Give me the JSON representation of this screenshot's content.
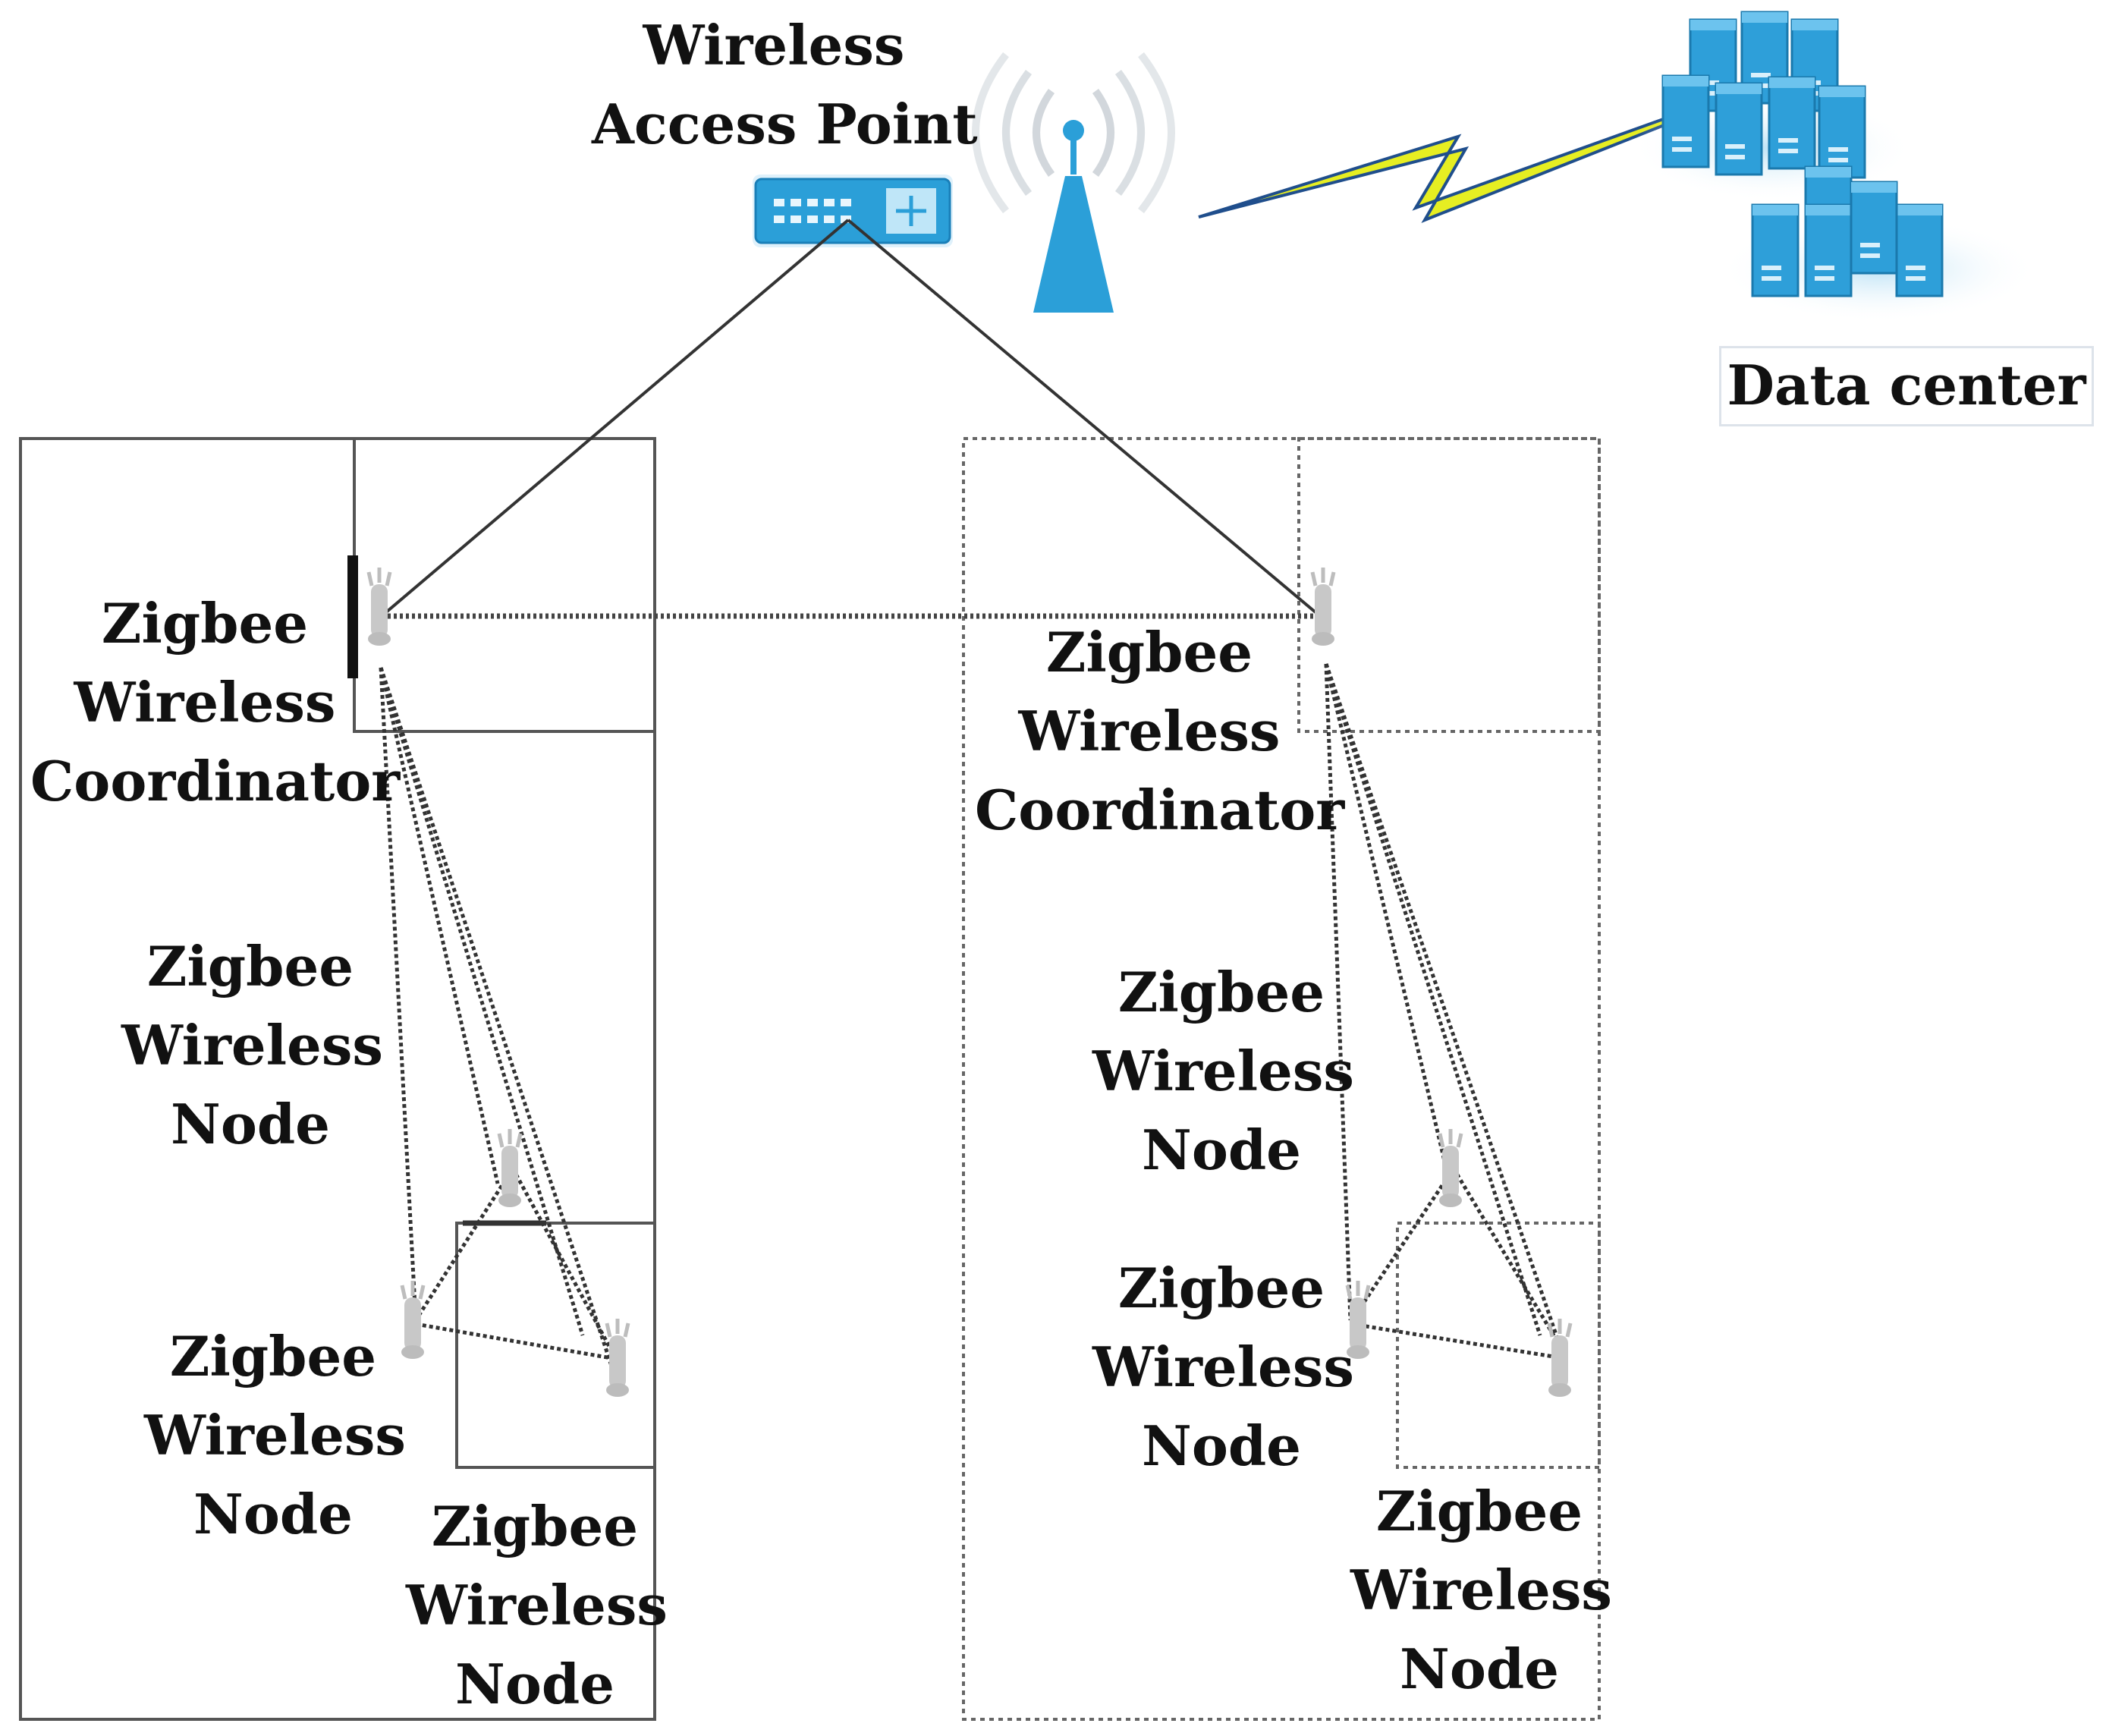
{
  "access_point": {
    "lines": [
      "Wireless",
      "Access Point"
    ]
  },
  "data_center": {
    "label": "Data center"
  },
  "network_1": {
    "coordinator": {
      "lines": [
        "Zigbee",
        "Wireless",
        "Coordinator"
      ]
    },
    "node_top": {
      "lines": [
        "Zigbee",
        "Wireless",
        "Node"
      ]
    },
    "node_left": {
      "lines": [
        "Zigbee",
        "Wireless",
        "Node"
      ]
    },
    "node_right": {
      "lines": [
        "Zigbee",
        "Wireless",
        "Node"
      ]
    }
  },
  "network_2": {
    "coordinator": {
      "lines": [
        "Zigbee",
        "Wireless",
        "Coordinator"
      ]
    },
    "node_top": {
      "lines": [
        "Zigbee",
        "Wireless",
        "Node"
      ]
    },
    "node_left": {
      "lines": [
        "Zigbee",
        "Wireless",
        "Node"
      ]
    },
    "node_right": {
      "lines": [
        "Zigbee",
        "Wireless",
        "Node"
      ]
    }
  },
  "colors": {
    "device_blue": "#2b9fd8",
    "device_dark": "#1a7fb8",
    "lightning": "#e6ee22",
    "link_line": "#333333",
    "sensor_grey": "#c8c8c8"
  }
}
